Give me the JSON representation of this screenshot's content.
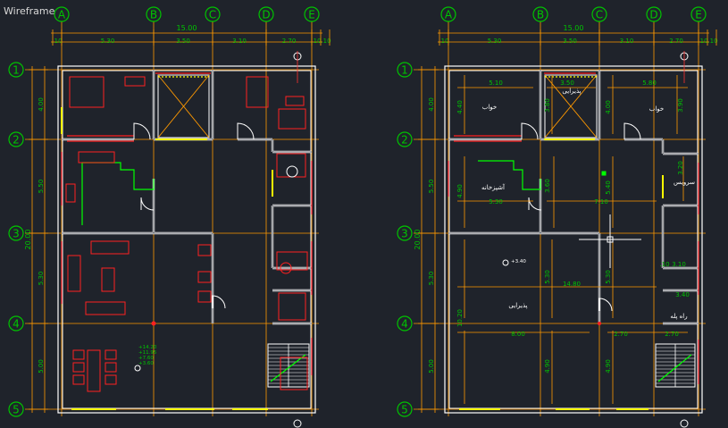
{
  "viewport": {
    "label": "Wireframe"
  },
  "colors": {
    "background": "#1f232b",
    "grid": "#00c400",
    "dim": "#ff9900",
    "wall": "#ffffff",
    "furniture": "#ff2020",
    "door": "#ffff00",
    "stair": "#00ff00",
    "axis": "#ff3030"
  },
  "plans": [
    {
      "id": "left",
      "col_labels": [
        "A",
        "B",
        "C",
        "D",
        "E"
      ],
      "row_labels": [
        "1",
        "2",
        "3",
        "4",
        "5"
      ],
      "total_width": "15.00",
      "col_dims": [
        ".10",
        "5.30",
        "3.50",
        "3.10",
        "2.70",
        ".10",
        ".10"
      ],
      "total_height": "20.00",
      "row_dims": [
        "4.00",
        "5.50",
        "5.30",
        "5.00"
      ],
      "notes": [
        "+14.20",
        "+11.95",
        "+7.60",
        "+3.60"
      ]
    },
    {
      "id": "right",
      "col_labels": [
        "A",
        "B",
        "C",
        "D",
        "E"
      ],
      "row_labels": [
        "1",
        "2",
        "3",
        "4",
        "5"
      ],
      "total_width": "15.00",
      "col_dims": [
        ".10",
        "5.30",
        "3.50",
        "3.10",
        "2.70",
        ".10",
        ".10"
      ],
      "total_height": "20.00",
      "row_dims": [
        "4.00",
        "5.50",
        "5.30",
        "5.00"
      ],
      "room_dims": [
        "5.10",
        "3.50",
        "5.80",
        "4.40",
        "3.80",
        "4.00",
        "3.90",
        "5.30",
        "4.90",
        "3.60",
        "5.40",
        "7.10",
        "3.20",
        "14.80",
        "5.30",
        "5.30",
        "10.20",
        "8.00",
        "2.70",
        "2.70",
        "4.90",
        "4.90",
        "3.40",
        ".10",
        "3.10"
      ],
      "room_labels": [
        "خواب",
        "پذیرایی",
        "خواب",
        "آشپزخانه",
        "سرویس",
        "پذیرایی",
        "راه پله"
      ],
      "level_note": "+3.40"
    }
  ]
}
